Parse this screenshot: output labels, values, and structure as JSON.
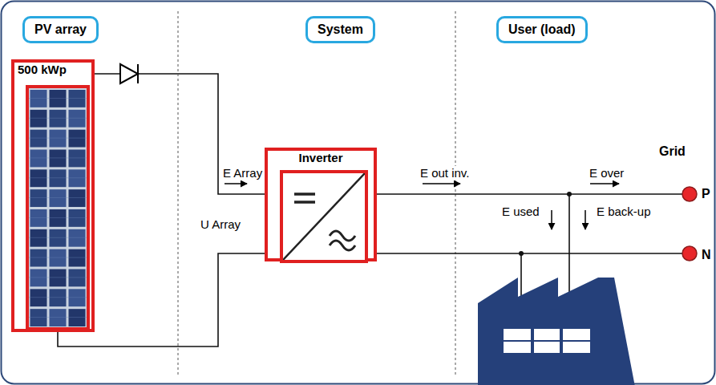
{
  "diagram": {
    "nodes": [
      {
        "text": [
          "PV array"
        ]
      },
      {
        "text": [
          "System"
        ]
      },
      {
        "text": [
          "User (load)"
        ]
      },
      {
        "text": [
          "500 kWp"
        ]
      },
      {
        "text": [
          "Inverter"
        ]
      }
    ],
    "edges": [
      {
        "from": 3,
        "to": 4,
        "arrow": "none"
      },
      {
        "from": 3,
        "to": 4,
        "arrow": "none"
      }
    ],
    "labels": [
      "E Array",
      "U Array",
      "E out inv.",
      "Grid",
      "E over",
      "P",
      "E used",
      "E back-up",
      "N"
    ]
  }
}
